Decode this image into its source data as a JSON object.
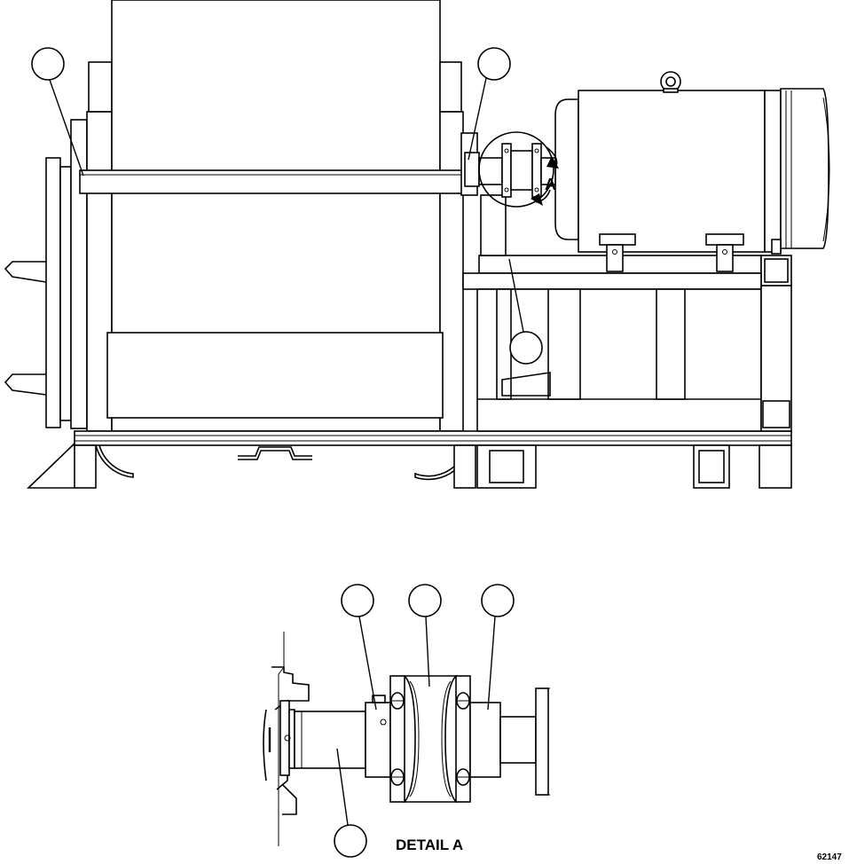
{
  "view_label": "A",
  "detail_title": "DETAIL A",
  "figure_number": "62147"
}
